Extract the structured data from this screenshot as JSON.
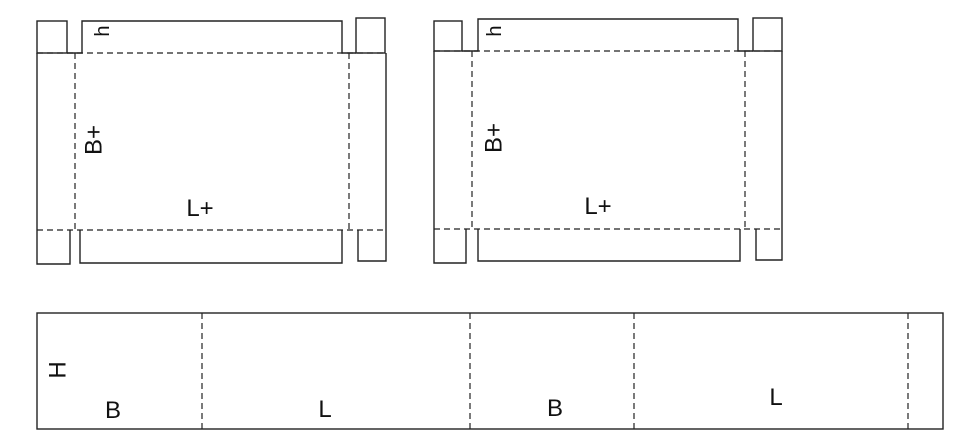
{
  "blank_left": {
    "height_label": "h",
    "width_label": "B+",
    "length_label": "L+"
  },
  "blank_right": {
    "height_label": "h",
    "width_label": "B+",
    "length_label": "L+"
  },
  "side_strip": {
    "height_label": "H",
    "panels": [
      {
        "label": "B"
      },
      {
        "label": "L"
      },
      {
        "label": "B"
      },
      {
        "label": "L"
      }
    ]
  }
}
